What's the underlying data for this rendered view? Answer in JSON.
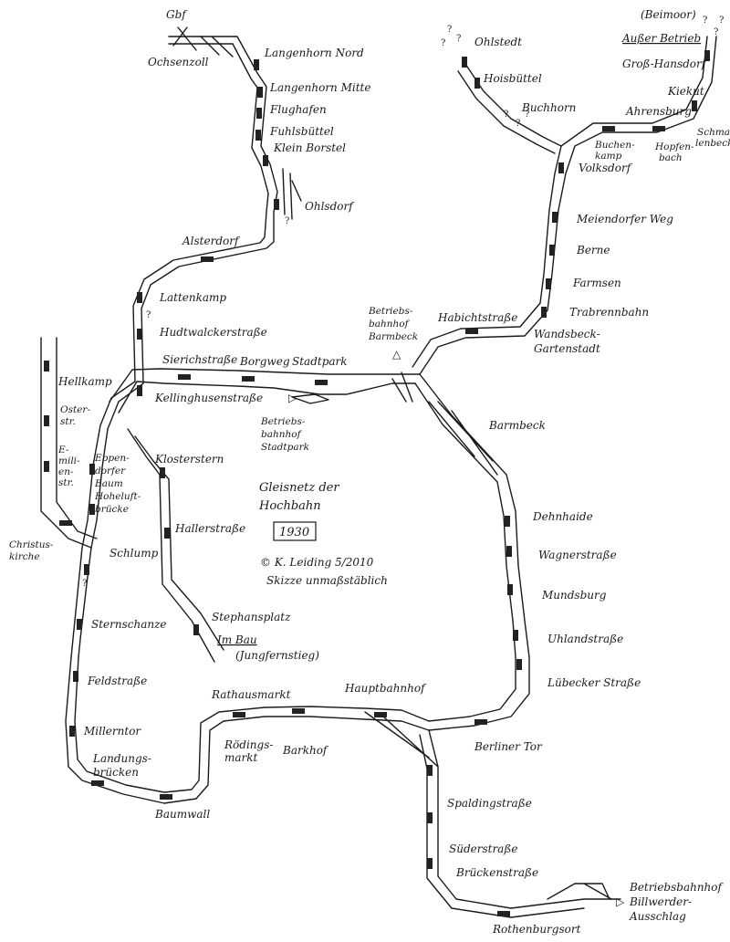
{
  "title": {
    "line1": "Gleisnetz der",
    "line2": "Hochbahn",
    "year": "1930",
    "credit": "© K. Leiding 5/2010",
    "note": "Skizze unmaßstäblich"
  },
  "legend": {
    "out_of_service": "Außer Betrieb",
    "beimoor": "(Beimoor)",
    "in_construction": "Im Bau",
    "jungfernstieg": "(Jungfernstieg)"
  },
  "stations": {
    "gbf": "Gbf",
    "ochsenzoll": "Ochsenzoll",
    "langenhorn_nord": "Langenhorn Nord",
    "langenhorn_mitte": "Langenhorn Mitte",
    "flughafen": "Flughafen",
    "fuhlsbuettel": "Fuhlsbüttel",
    "klein_borstel": "Klein Borstel",
    "ohlsdorf": "Ohlsdorf",
    "alsterdorf": "Alsterdorf",
    "lattenkamp": "Lattenkamp",
    "hudtwalckerstrasse": "Hudtwalckerstraße",
    "sierichstrasse": "Sierichstraße",
    "borgweg": "Borgweg",
    "stadtpark": "Stadtpark",
    "kellinghusenstrasse": "Kellinghusenstraße",
    "bbf_stadtpark": [
      "Betriebs-",
      "bahnhof",
      "Stadtpark"
    ],
    "hellkamp": "Hellkamp",
    "osterstr": [
      "Oster-",
      "str."
    ],
    "emilienstr": [
      "E-",
      "mili-",
      "en-",
      "str."
    ],
    "christuskirche": [
      "Christus-",
      "kirche"
    ],
    "eppendorfer_baum": [
      "Eppen-",
      "dorfer",
      "Baum"
    ],
    "hoheluftbruecke": [
      "Hoheluft-",
      "brücke"
    ],
    "klosterstern": "Klosterstern",
    "hallerstrasse": "Hallerstraße",
    "stephansplatz": "Stephansplatz",
    "schlump": "Schlump",
    "sternschanze": "Sternschanze",
    "feldstrasse": "Feldstraße",
    "millerntor": "Millerntor",
    "landungsbruecken": [
      "Landungs-",
      "brücken"
    ],
    "baumwall": "Baumwall",
    "rathausmarkt": "Rathausmarkt",
    "roedingsmarkt": [
      "Rödings-",
      "markt"
    ],
    "barkhof": "Barkhof",
    "hauptbahnhof": "Hauptbahnhof",
    "berliner_tor": "Berliner Tor",
    "spaldingstrasse": "Spaldingstraße",
    "suederstrasse": "Süderstraße",
    "brueckenstrasse": "Brückenstraße",
    "rothenburgsort": "Rothenburgsort",
    "bbf_billwerder": [
      "Betriebsbahnhof",
      "Billwerder-",
      "Ausschlag"
    ],
    "luebecker_strasse": "Lübecker Straße",
    "uhlandstrasse": "Uhlandstraße",
    "mundsburg": "Mundsburg",
    "wagnerstrasse": "Wagnerstraße",
    "dehnhaide": "Dehnhaide",
    "barmbeck": "Barmbeck",
    "bbf_barmbeck": [
      "Betriebs-",
      "bahnhof",
      "Barmbeck"
    ],
    "habichtstrasse": "Habichtstraße",
    "wandsbeck_gartenstadt": [
      "Wandsbeck-",
      "Gartenstadt"
    ],
    "trabrennbahn": "Trabrennbahn",
    "farmsen": "Farmsen",
    "berne": "Berne",
    "meiendorfer_weg": "Meiendorfer Weg",
    "volksdorf": "Volksdorf",
    "buchenkamp": [
      "Buchen-",
      "kamp"
    ],
    "hoisbuettel": "Hoisbüttel",
    "ohlstedt": "Ohlstedt",
    "buchhorn": "Buchhorn",
    "hopfenbach": [
      "Hopfen-",
      "bach"
    ],
    "ahrensburg": "Ahrensburg",
    "schmalenbeck": [
      "Schma-",
      "lenbeck"
    ],
    "kiekut": "Kiekut",
    "gross_hansdorf": "Groß-Hansdorf"
  },
  "marks": {
    "question": "?",
    "bbf_triangle": "▷",
    "bbf_up": "△"
  }
}
